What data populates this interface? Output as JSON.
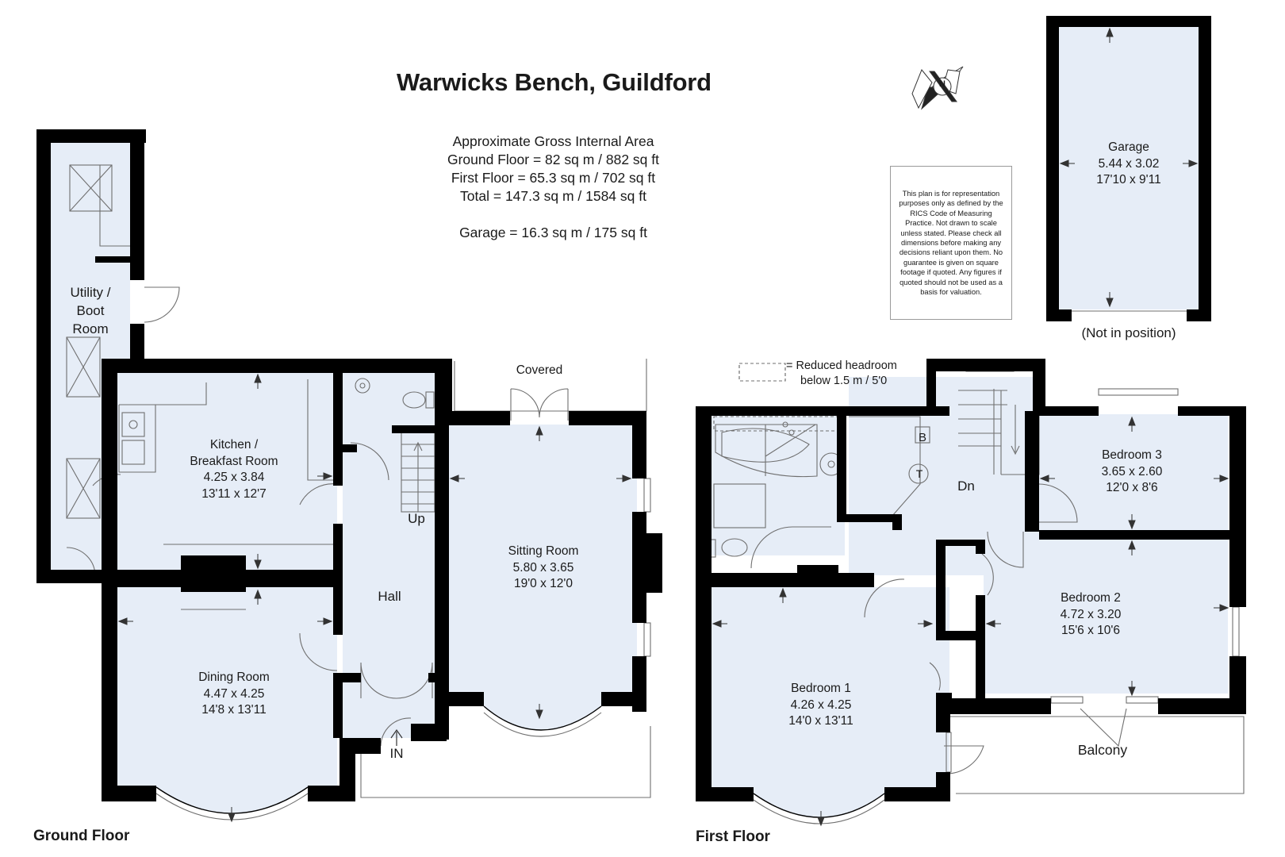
{
  "title": "Warwicks Bench, Guildford",
  "area_summary": {
    "heading": "Approximate Gross Internal Area",
    "ground_floor": "Ground Floor = 82 sq m / 882 sq ft",
    "first_floor": "First Floor = 65.3 sq m / 702 sq ft",
    "total": "Total = 147.3 sq m / 1584 sq ft",
    "garage": "Garage = 16.3 sq m / 175 sq ft"
  },
  "disclaimer": "This plan is for representation purposes only as defined by the RICS Code of Measuring Practice. Not drawn to scale unless stated. Please check all dimensions before making any decisions reliant upon them. No guarantee is given on square footage if quoted. Any figures if quoted should not be used as a basis for valuation.",
  "legend": {
    "line1": "= Reduced headroom",
    "line2": "below 1.5 m / 5'0"
  },
  "compass_letter": "N",
  "floor_labels": {
    "ground": "Ground Floor",
    "first": "First Floor"
  },
  "garage": {
    "name": "Garage",
    "metric": "5.44 x 3.02",
    "imperial": "17'10 x 9'11",
    "note": "(Not in position)"
  },
  "ground_floor": {
    "utility": {
      "l1": "Utility /",
      "l2": "Boot",
      "l3": "Room"
    },
    "kitchen": {
      "l1": "Kitchen /",
      "l2": "Breakfast Room",
      "metric": "4.25 x 3.84",
      "imperial": "13'11 x 12'7"
    },
    "dining": {
      "name": "Dining Room",
      "metric": "4.47 x 4.25",
      "imperial": "14'8 x 13'11"
    },
    "sitting": {
      "name": "Sitting Room",
      "metric": "5.80 x 3.65",
      "imperial": "19'0 x 12'0"
    },
    "hall": "Hall",
    "covered": "Covered",
    "up": "Up",
    "entrance": "IN"
  },
  "first_floor": {
    "bedroom1": {
      "name": "Bedroom 1",
      "metric": "4.26 x 4.25",
      "imperial": "14'0 x 13'11"
    },
    "bedroom2": {
      "name": "Bedroom 2",
      "metric": "4.72 x 3.20",
      "imperial": "15'6 x 10'6"
    },
    "bedroom3": {
      "name": "Bedroom 3",
      "metric": "3.65 x 2.60",
      "imperial": "12'0 x 8'6"
    },
    "balcony": "Balcony",
    "down": "Dn",
    "boiler": "B",
    "tank": "T"
  },
  "colors": {
    "room_fill": "#e6edf7",
    "wall": "#000000",
    "line": "#6f6f6f"
  }
}
